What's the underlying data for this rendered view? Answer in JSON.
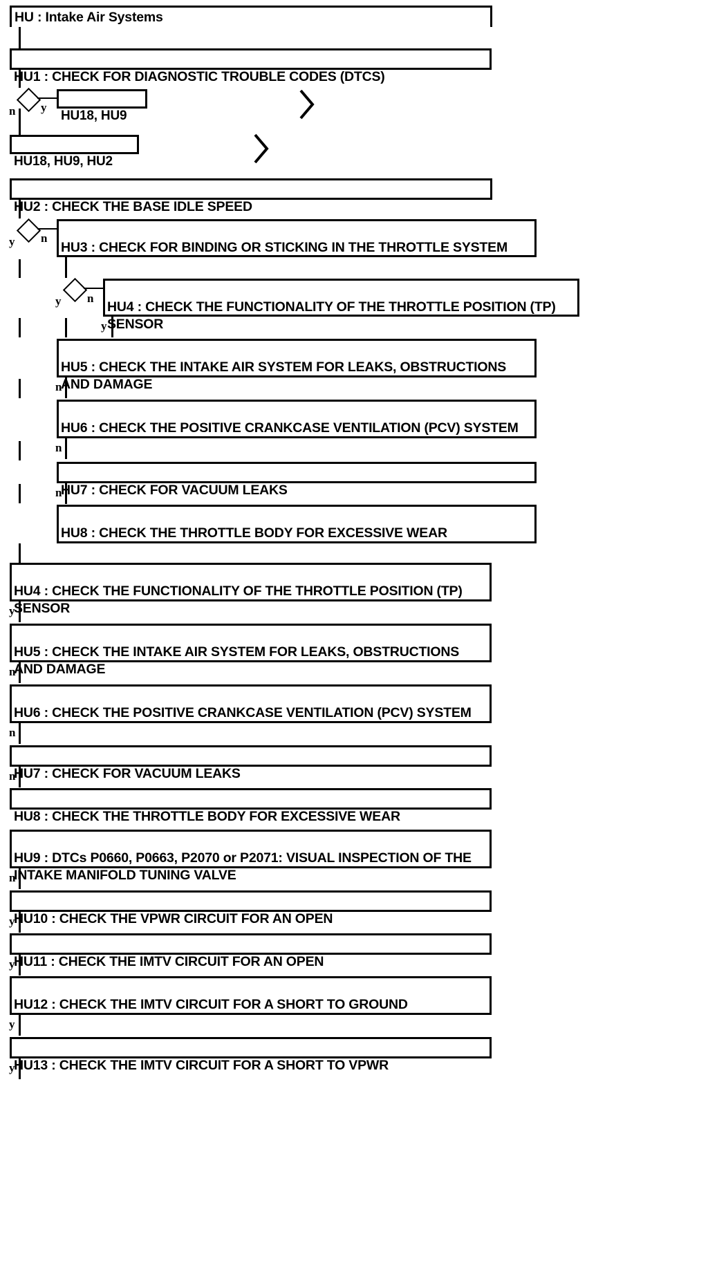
{
  "diagram": {
    "title": "HU : Intake Air Systems",
    "type": "flowchart",
    "nodes": {
      "hu1": "HU1 : CHECK FOR DIAGNOSTIC TROUBLE CODES (DTCS)",
      "ref_hu18_hu9": "HU18, HU9",
      "ref_hu18_hu9_hu2": "HU18, HU9, HU2",
      "hu2": "HU2 : CHECK THE BASE IDLE SPEED",
      "hu3": "HU3 : CHECK FOR BINDING OR STICKING IN THE THROTTLE SYSTEM",
      "hu4_nested": "HU4 : CHECK THE FUNCTIONALITY OF THE THROTTLE POSITION (TP) SENSOR",
      "hu5_nested": "HU5 : CHECK THE INTAKE AIR SYSTEM FOR LEAKS, OBSTRUCTIONS AND DAMAGE",
      "hu6_nested": "HU6 : CHECK THE POSITIVE CRANKCASE VENTILATION (PCV) SYSTEM",
      "hu7_nested": "HU7 : CHECK FOR VACUUM LEAKS",
      "hu8_nested": "HU8 : CHECK THE THROTTLE BODY FOR EXCESSIVE WEAR",
      "hu4": "HU4 : CHECK THE FUNCTIONALITY OF THE THROTTLE POSITION (TP) SENSOR",
      "hu5": "HU5 : CHECK THE INTAKE AIR SYSTEM FOR LEAKS, OBSTRUCTIONS AND DAMAGE",
      "hu6": "HU6 : CHECK THE POSITIVE CRANKCASE VENTILATION (PCV) SYSTEM",
      "hu7": "HU7 : CHECK FOR VACUUM LEAKS",
      "hu8": "HU8 : CHECK THE THROTTLE BODY FOR EXCESSIVE WEAR",
      "hu9": "HU9 : DTCs P0660, P0663, P2070 or P2071: VISUAL INSPECTION OF THE INTAKE MANIFOLD TUNING VALVE",
      "hu10": "HU10 : CHECK THE VPWR CIRCUIT FOR AN OPEN",
      "hu11": "HU11 : CHECK THE IMTV CIRCUIT FOR AN OPEN",
      "hu12": "HU12 : CHECK THE IMTV CIRCUIT FOR A SHORT TO GROUND",
      "hu13": "HU13 : CHECK THE IMTV CIRCUIT FOR A SHORT TO VPWR"
    },
    "edge_labels": {
      "d1_n": "n",
      "d1_y": "y",
      "d2_y": "y",
      "d2_n": "n",
      "d3_y": "y",
      "d3_n": "n",
      "hu4n_y": "y",
      "hu5n_n": "n",
      "hu6n_n": "n",
      "hu7n_n": "n",
      "hu4_y": "y",
      "hu5_n": "n",
      "hu6_n": "n",
      "hu7_n": "n",
      "hu9_n": "n",
      "hu10_y": "y",
      "hu11_y": "y",
      "hu12_y": "y",
      "hu13_y": "y"
    },
    "colors": {
      "stroke": "#000000",
      "fill": "#ffffff",
      "text": "#000000"
    }
  }
}
